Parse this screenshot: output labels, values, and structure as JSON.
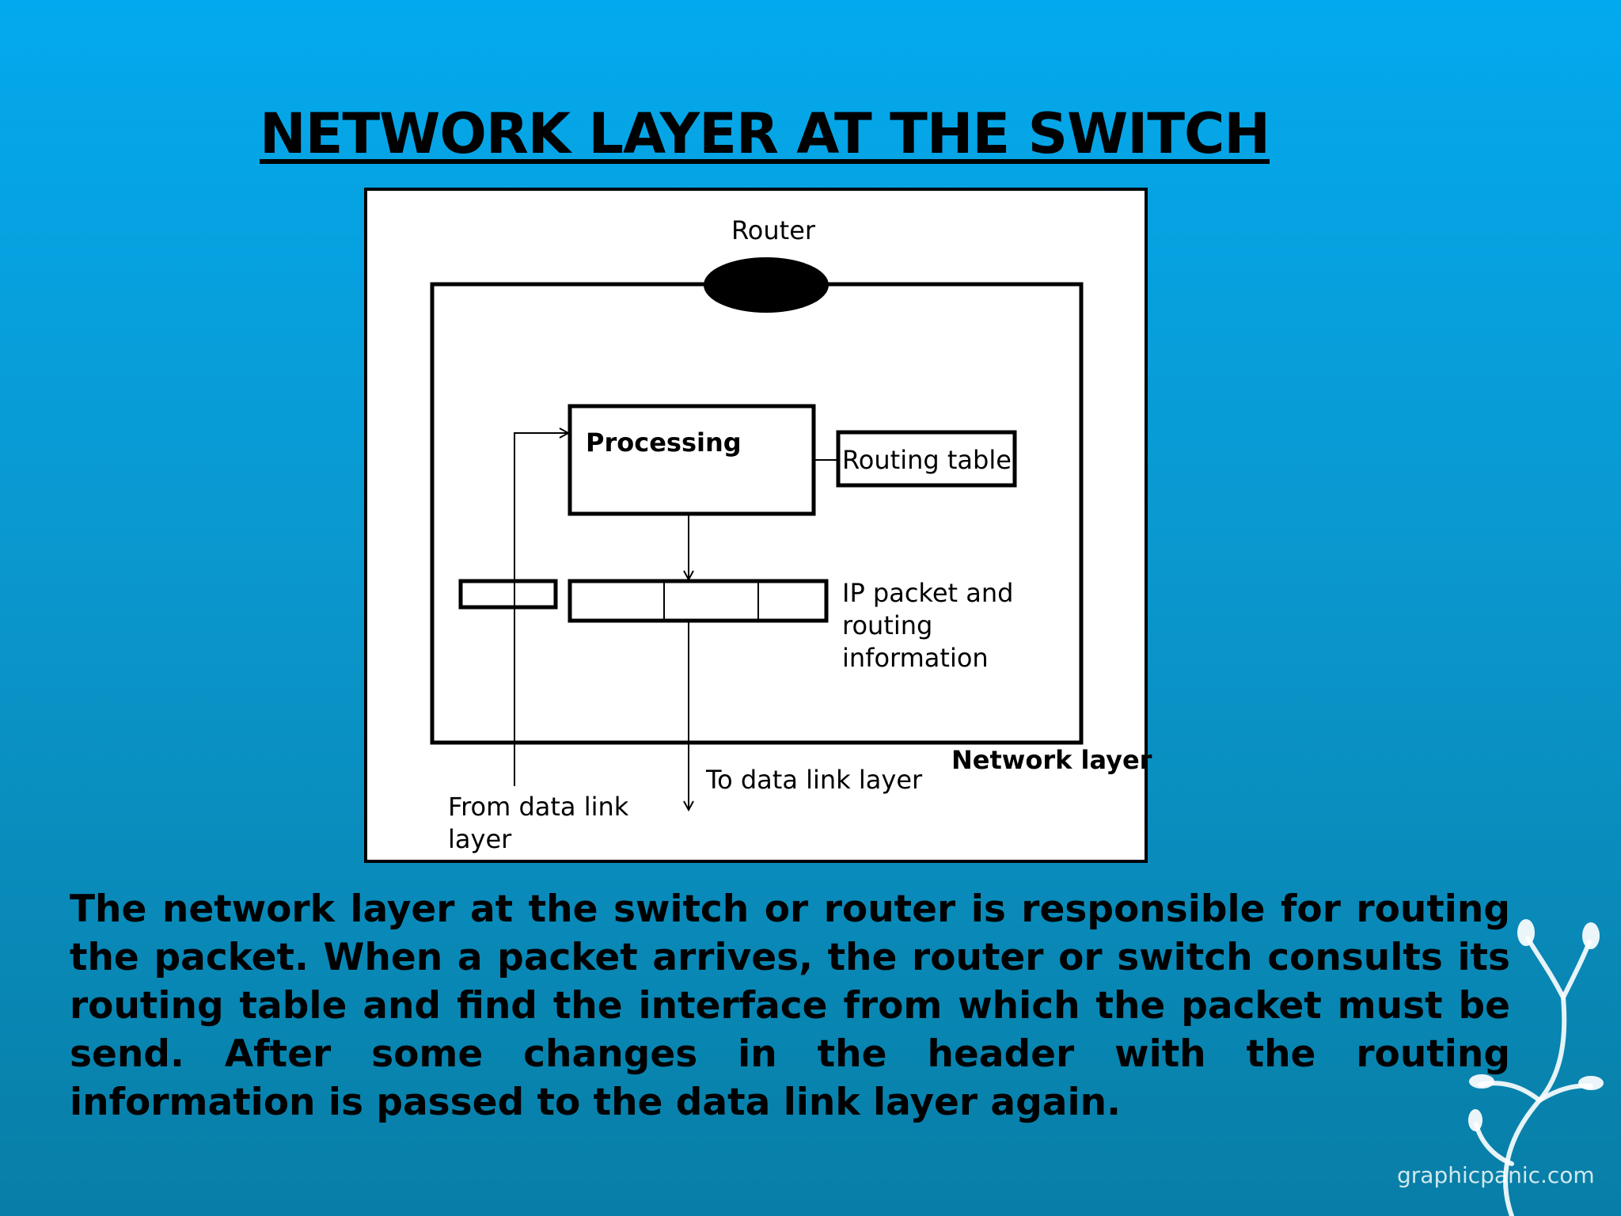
{
  "slide": {
    "title": "NETWORK LAYER AT THE SWITCH",
    "background_colors": [
      "#03a9ee",
      "#087ea6"
    ]
  },
  "diagram": {
    "router_label": "Router",
    "processing_label": "Processing",
    "routing_table_label": "Routing table",
    "packet_info_lines": [
      "IP packet and",
      "routing",
      "information"
    ],
    "network_layer_label": "Network layer",
    "to_data_link_label": "To data link layer",
    "from_data_link_lines": [
      "From data link",
      "layer"
    ]
  },
  "body": {
    "paragraph": "The network layer at the switch or router is responsible for routing the packet. When a packet arrives, the router or switch consults its routing table and find the interface from which the packet must be send. After some changes in the header with the routing information is passed to the data link layer again."
  },
  "watermark": {
    "text": "graphicpanic.com"
  }
}
